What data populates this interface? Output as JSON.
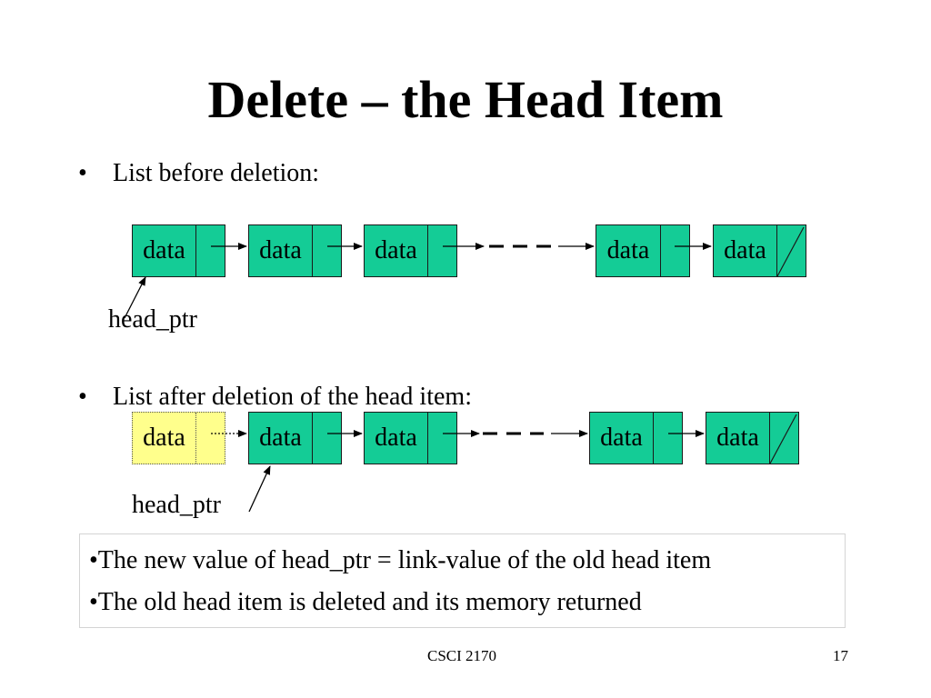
{
  "slide": {
    "title": "Delete – the Head Item",
    "bullet_glyph": "•",
    "before": {
      "heading": "List before deletion:",
      "node_label": "data",
      "pointer_label": "head_ptr"
    },
    "after": {
      "heading": "List after deletion of the head item:",
      "node_label": "data",
      "pointer_label": "head_ptr"
    },
    "notes": [
      "•The new value of head_ptr = link-value of the old head item",
      "•The old head item is deleted and its memory returned"
    ],
    "footer": {
      "course": "CSCI 2170",
      "page": "17"
    }
  },
  "colors": {
    "node_fill": "#14cc96",
    "deleted_node_fill": "#ffff8c"
  }
}
